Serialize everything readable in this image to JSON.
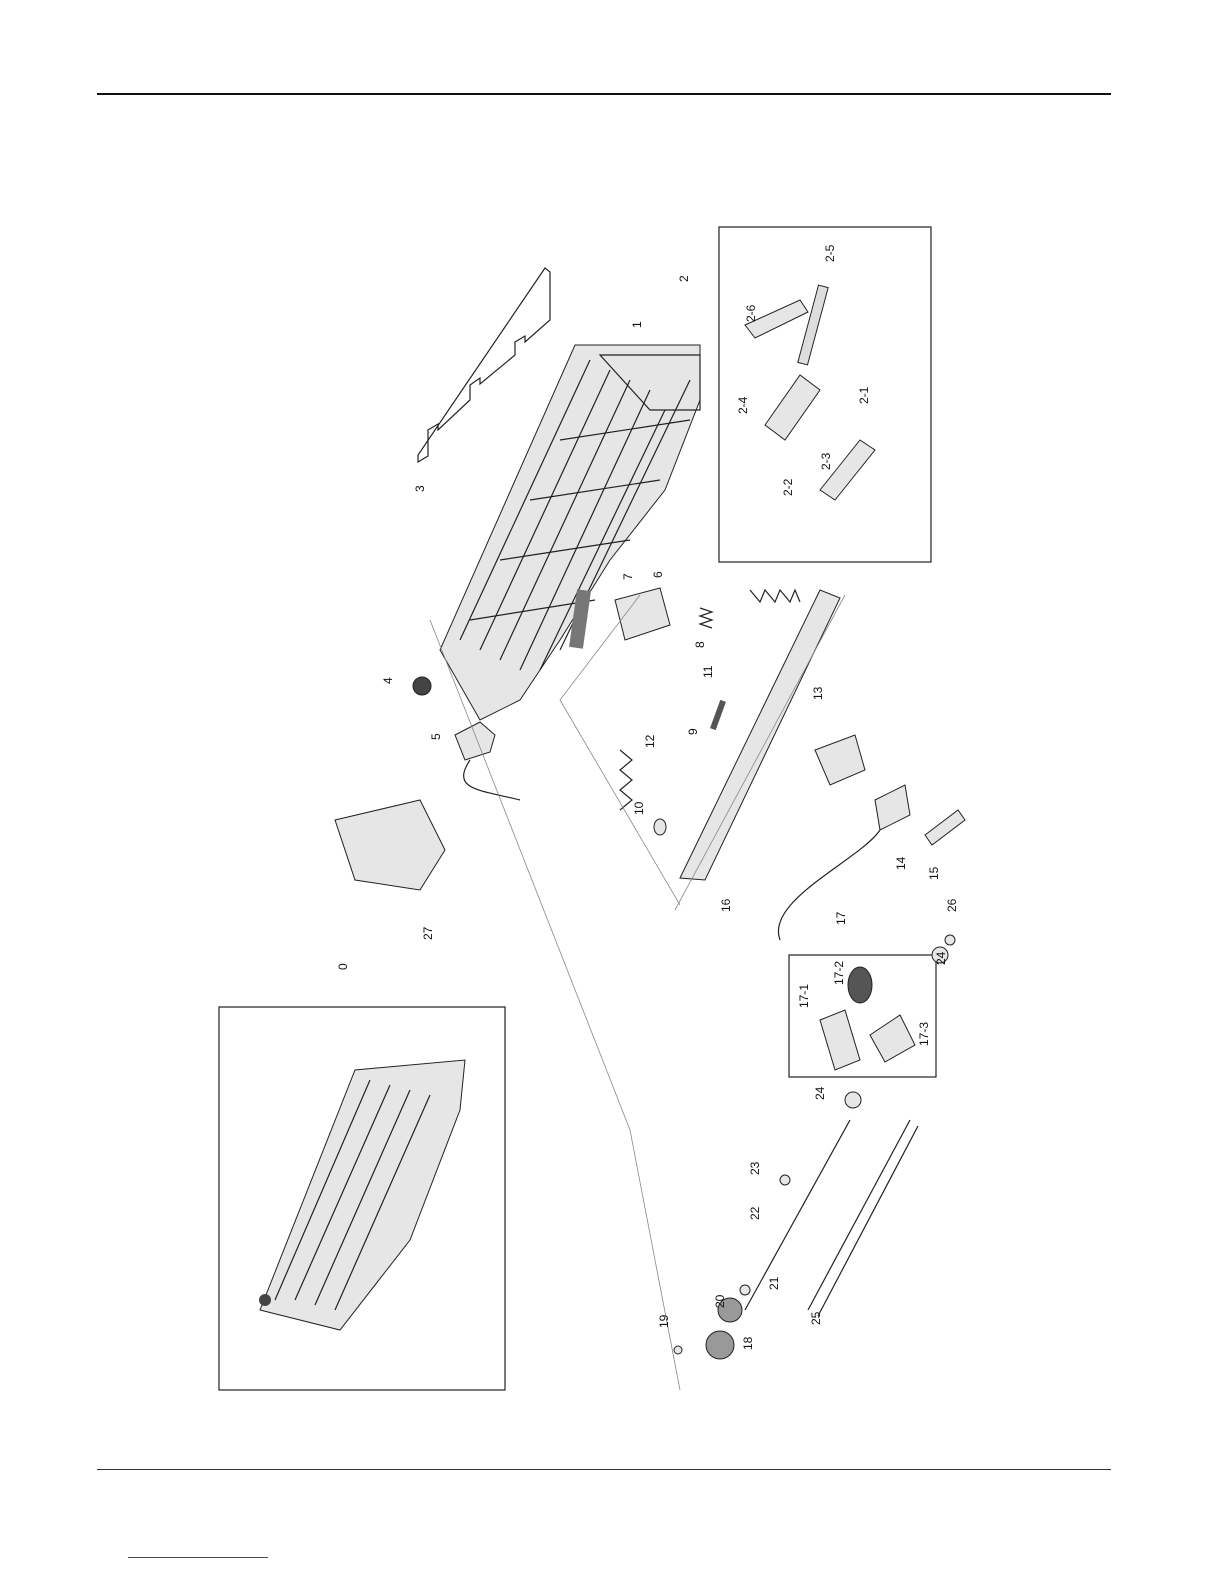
{
  "labels": [
    {
      "id": "0",
      "text": "0"
    },
    {
      "id": "1",
      "text": "1"
    },
    {
      "id": "2",
      "text": "2"
    },
    {
      "id": "2-1",
      "text": "2-1"
    },
    {
      "id": "2-2",
      "text": "2-2"
    },
    {
      "id": "2-3",
      "text": "2-3"
    },
    {
      "id": "2-4",
      "text": "2-4"
    },
    {
      "id": "2-5",
      "text": "2-5"
    },
    {
      "id": "2-6",
      "text": "2-6"
    },
    {
      "id": "3",
      "text": "3"
    },
    {
      "id": "4",
      "text": "4"
    },
    {
      "id": "5",
      "text": "5"
    },
    {
      "id": "6",
      "text": "6"
    },
    {
      "id": "7",
      "text": "7"
    },
    {
      "id": "8",
      "text": "8"
    },
    {
      "id": "9",
      "text": "9"
    },
    {
      "id": "10",
      "text": "10"
    },
    {
      "id": "11",
      "text": "11"
    },
    {
      "id": "12",
      "text": "12"
    },
    {
      "id": "13",
      "text": "13"
    },
    {
      "id": "14",
      "text": "14"
    },
    {
      "id": "15",
      "text": "15"
    },
    {
      "id": "16",
      "text": "16"
    },
    {
      "id": "17",
      "text": "17"
    },
    {
      "id": "17-1",
      "text": "17-1"
    },
    {
      "id": "17-2",
      "text": "17-2"
    },
    {
      "id": "17-3",
      "text": "17-3"
    },
    {
      "id": "18",
      "text": "18"
    },
    {
      "id": "19",
      "text": "19"
    },
    {
      "id": "20",
      "text": "20"
    },
    {
      "id": "21",
      "text": "21"
    },
    {
      "id": "22",
      "text": "22"
    },
    {
      "id": "23",
      "text": "23"
    },
    {
      "id": "24a",
      "text": "24"
    },
    {
      "id": "24b",
      "text": "24"
    },
    {
      "id": "25",
      "text": "25"
    },
    {
      "id": "26",
      "text": "26"
    },
    {
      "id": "27",
      "text": "27"
    }
  ]
}
